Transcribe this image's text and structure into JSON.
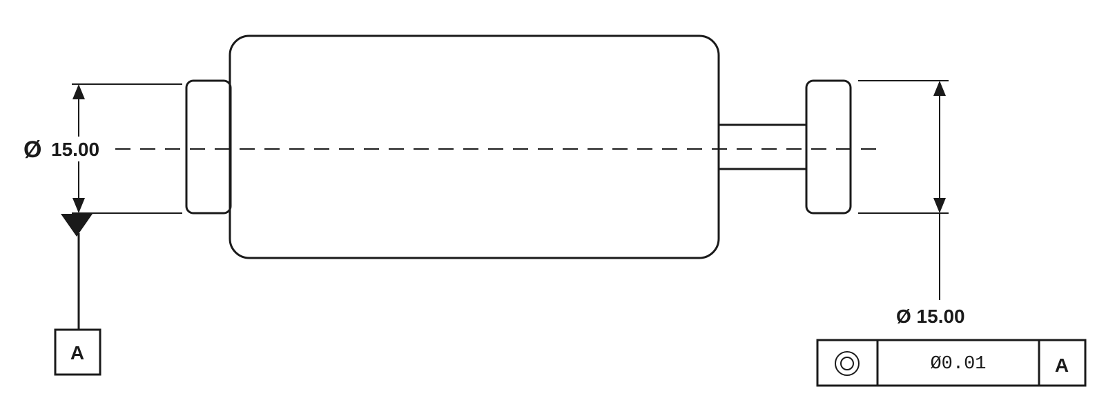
{
  "diagram": {
    "dimension_left": {
      "symbol": "Ø",
      "value": "15.00"
    },
    "dimension_right": {
      "label": "Ø 15.00"
    },
    "datum": {
      "letter": "A"
    },
    "feature_control_frame": {
      "characteristic_icon": "concentricity-icon",
      "tolerance": "Ø0.01",
      "datum_ref": "A"
    },
    "colors": {
      "line": "#1a1a1a",
      "background": "#ffffff"
    }
  }
}
